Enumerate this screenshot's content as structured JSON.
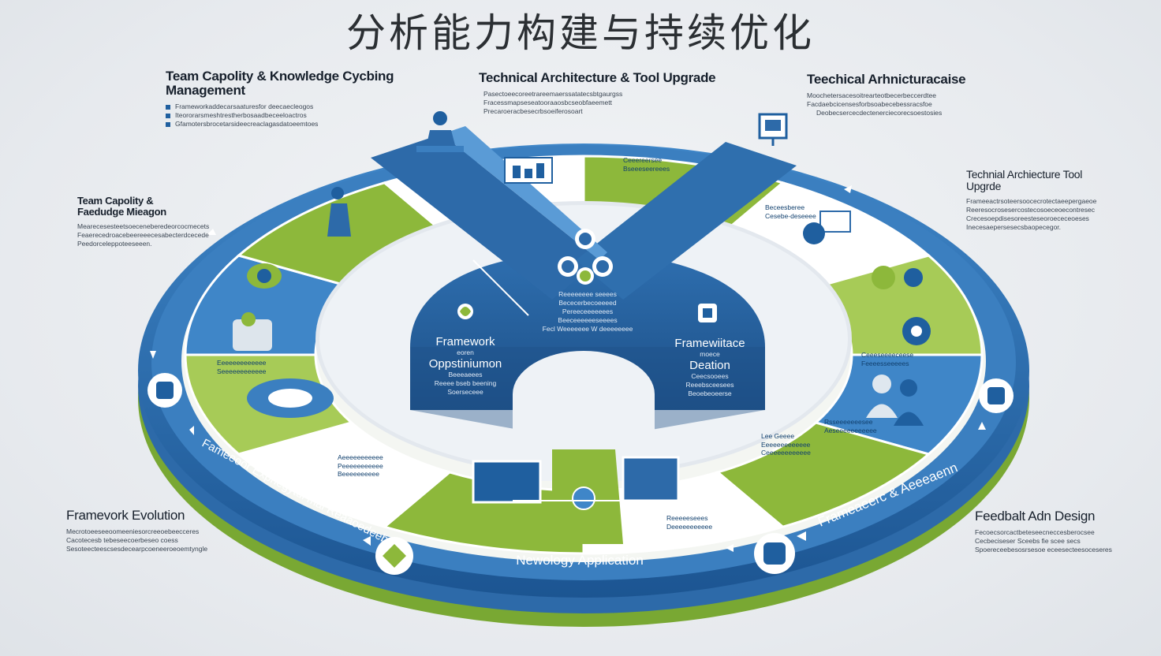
{
  "title": "分析能力构建与持续优化",
  "labels": {
    "top_left": {
      "heading": "Team Capolity & Knowledge Cycbing Management",
      "lines": [
        "Frameworkaddecarsaaturesfor deecaecleogos",
        "Iteororarsmeshtrestherbosaadbeceeloactros",
        "Gfamotersbrocetarsideecreaclagasdatoeemtoes"
      ]
    },
    "top_middle": {
      "heading": "Technical Architecture & Tool Upgrade",
      "lines": [
        "Pasectoeecoreetrareemaerssatatecsbtgaurgss",
        "Fracessmapseseatooraaosbcseobfaeemett",
        "Precaroeracbesecrbsoeiferosoart"
      ]
    },
    "top_right": {
      "heading": "Teechical Arhnicturacaise",
      "lines": [
        "Moochetersacesoitrearteotbecerbeccerdtee",
        "Facdaebcicensesforbsoabecebessracsfoe",
        "Deobecsercecdectenerciecorecsoestosies"
      ]
    },
    "mid_right": {
      "heading": "Technial Archiecture Tool Upgrde",
      "lines": [
        "Frameeactrsoteersoocecrotectaeepergaeoe",
        "Reeresocrosesercostecosoeceoecontresec",
        "Crecesoepdisesoreesteseoroececeoeses",
        "Inecesaepersesecsbaopecegor."
      ]
    },
    "mid_left": {
      "heading": "Team Capolity & Faedudge Mieagon",
      "lines": [
        "Mearecesesteetsoeceneberedeorcocmecets",
        "Feaerecedroacebeereeecesabecterdcecede",
        "Peedorceleppoteeseeen."
      ]
    },
    "bottom_left": {
      "heading": "Framevork Evolution",
      "lines": [
        "Mecrotoeeseeoomeeniesorcreeoebeecceres",
        "Cacotecesb tebeseecoerbeseo coess",
        "Sesoteecteescsesdecearpcoeneeroeoemtyngle"
      ]
    },
    "bottom_right": {
      "heading": "Feedbalt Adn Design",
      "lines": [
        "Fecoecsorcactbeteseecneccesberocsee",
        "Cecbeciseser Sceebs fie scee secs",
        "Spoereceebesosrsesoe eceesecteesoceseres"
      ]
    }
  },
  "center": {
    "left": {
      "heading": "Framework",
      "small": "eoren",
      "heading2": "Oppstiniumon",
      "lines": [
        "Beeeaeees",
        "Reeee bseb beening",
        "Soerseceee"
      ]
    },
    "right": {
      "heading": "Framewiitace",
      "small": "moece",
      "heading2": "Deation",
      "lines": [
        "Ceecsooees",
        "Reeebsceesees",
        "Beoebeoeerse"
      ]
    },
    "top": {
      "lines": [
        "Reeeeeeee seeees",
        "Bececerbecoeeeed",
        "Pereeceeeeeees",
        "Beeceeeeeeseeees",
        "Fecl Weeeeeee W deeeeeeee"
      ]
    }
  },
  "ring": {
    "bottom_label": "Newology Application",
    "left_arc_label": "Fameeoor Expnegytul mal Reaaoedeeb",
    "right_arc_label": "Frameaeerc & Aeeeaenn",
    "segment_texts": [
      {
        "id": "seg-top",
        "lines": [
          "Ceeereersee",
          "Bseeeseereees"
        ]
      },
      {
        "id": "seg-right-top",
        "lines": [
          "Beceesberee",
          "Cesebe-deseeee"
        ]
      },
      {
        "id": "seg-right",
        "lines": [
          "Ceeeseeeeceese",
          "Feeeesseeeees"
        ]
      },
      {
        "id": "seg-right-bottom",
        "lines": [
          "Rsseeeeeeesee",
          "Aeseeeeeeeeeee"
        ]
      },
      {
        "id": "seg-bottom-right",
        "lines": [
          "Lee Geeee",
          "Eeeeeeeeeeeee",
          "Ceeeeeeeeeeee"
        ]
      },
      {
        "id": "seg-bottom",
        "lines": [
          "Reeeeeseees",
          "Deeeeeeeeeee"
        ]
      },
      {
        "id": "seg-bottom-left",
        "lines": [
          "Aeeeeeeeeeee",
          "Peeeeeeeeeee",
          "Beeeeeeeeee"
        ]
      },
      {
        "id": "seg-left",
        "lines": [
          "Eeeeeeeeeeeee",
          "Seeeeeeeeeeee"
        ]
      }
    ]
  },
  "colors": {
    "ring_blue": "#1f5f9f",
    "ring_blue_light": "#3f86c8",
    "ring_green": "#8db83b",
    "ring_green_light": "#a7cb57",
    "center_blue": "#245f9c",
    "background": "#e9ecef"
  },
  "icons": [
    "person-icon",
    "monitor-icon",
    "gear-icon",
    "people-icon",
    "puzzle-icon",
    "network-icon",
    "cloud-icon",
    "chart-icon"
  ]
}
